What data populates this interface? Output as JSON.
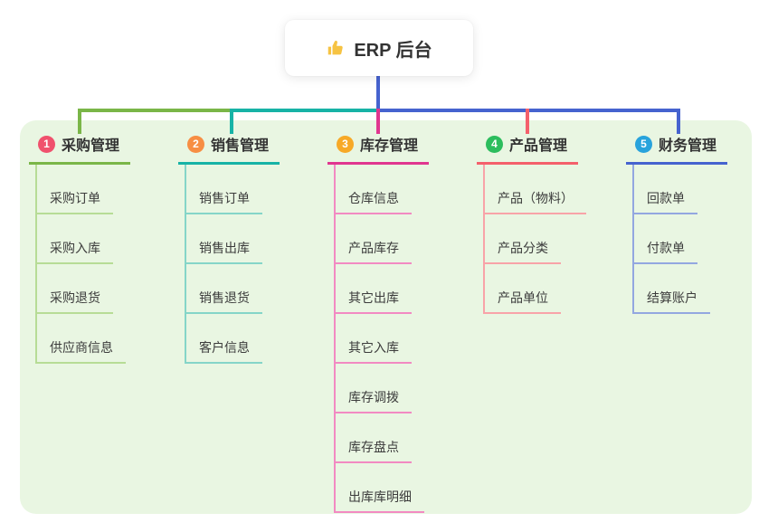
{
  "root": {
    "label": "ERP 后台",
    "icon": "thumbs-up-icon"
  },
  "colors": {
    "page_bg": "#ffffff",
    "panel_bg": "#e9f6e2",
    "card_bg": "#ffffff",
    "text": "#333333",
    "root_connector": "#4663cf",
    "thumb_icon": "#f6c343"
  },
  "branches": [
    {
      "num": "1",
      "label": "采购管理",
      "badge": "#f0516d",
      "accent": "#7ab648",
      "light": "#b7dc96",
      "children": [
        "采购订单",
        "采购入库",
        "采购退货",
        "供应商信息"
      ]
    },
    {
      "num": "2",
      "label": "销售管理",
      "badge": "#f78e43",
      "accent": "#17b3a6",
      "light": "#85d5c8",
      "children": [
        "销售订单",
        "销售出库",
        "销售退货",
        "客户信息"
      ]
    },
    {
      "num": "3",
      "label": "库存管理",
      "badge": "#f7a927",
      "accent": "#e0368f",
      "light": "#f28ac2",
      "children": [
        "仓库信息",
        "产品库存",
        "其它出库",
        "其它入库",
        "库存调拨",
        "库存盘点",
        "出库库明细"
      ]
    },
    {
      "num": "4",
      "label": "产品管理",
      "badge": "#2cbd5d",
      "accent": "#f4606b",
      "light": "#f8a3a8",
      "children": [
        "产品（物料）",
        "产品分类",
        "产品单位"
      ]
    },
    {
      "num": "5",
      "label": "财务管理",
      "badge": "#28a3dc",
      "accent": "#4663cf",
      "light": "#93a7e0",
      "children": [
        "回款单",
        "付款单",
        "结算账户"
      ]
    }
  ]
}
